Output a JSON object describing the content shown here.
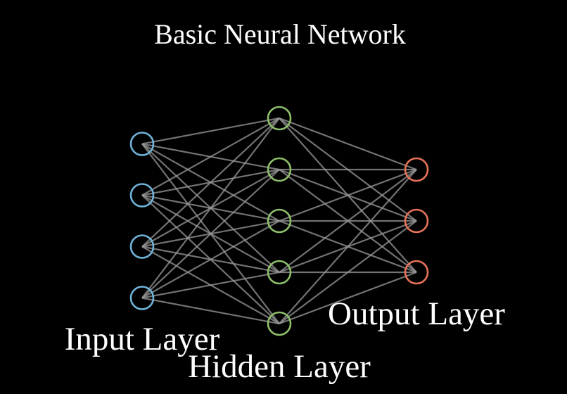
{
  "title": "Basic Neural Network",
  "layers": [
    {
      "label": "Input Layer",
      "node_count": 4,
      "color": "#6fb3d9"
    },
    {
      "label": "Hidden Layer",
      "node_count": 5,
      "color": "#8dbf6a"
    },
    {
      "label": "Output Layer",
      "node_count": 3,
      "color": "#e8745a"
    }
  ],
  "colors": {
    "background": "#000000",
    "text": "#ffffff",
    "edge": "#9a9a9a"
  }
}
